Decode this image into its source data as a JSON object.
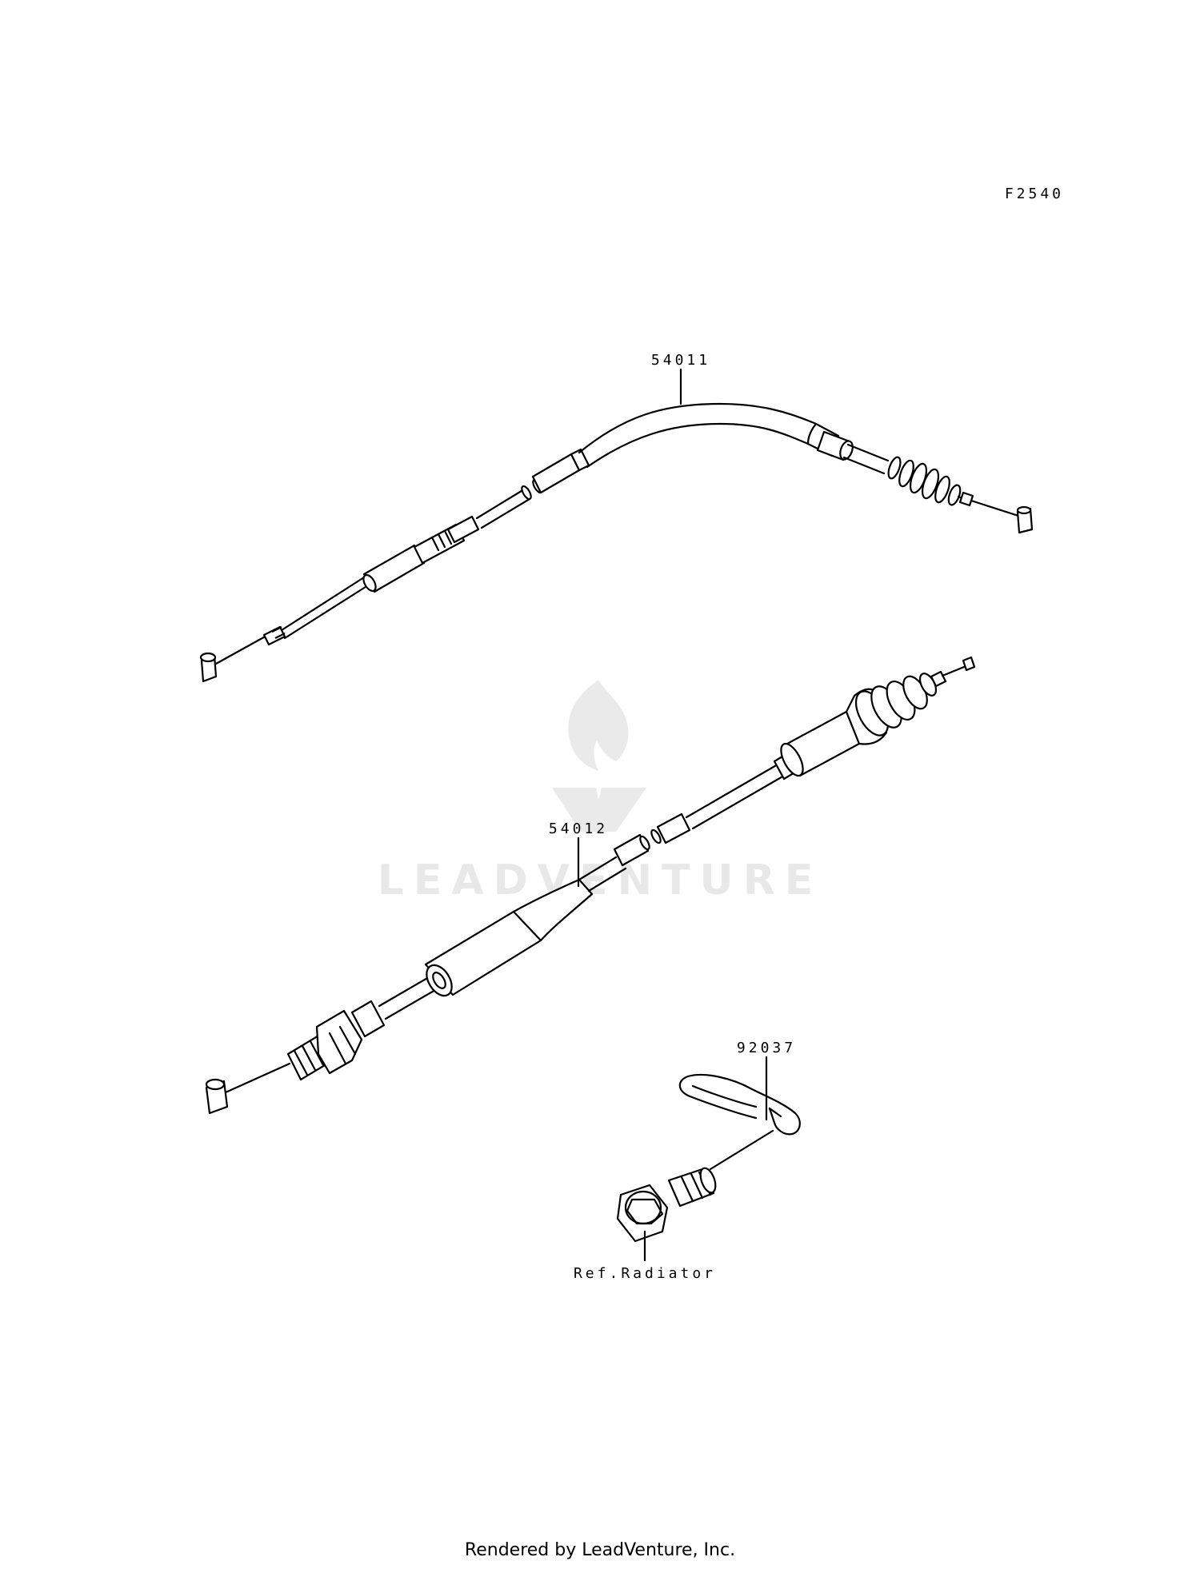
{
  "figure_code": "F2540",
  "watermark": {
    "text": "LEADVENTURE"
  },
  "callouts": {
    "part_54011": "54011",
    "part_54012": "54012",
    "part_92037": "92037",
    "ref_radiator": "Ref.Radiator"
  },
  "footer": {
    "text": "Rendered by LeadVenture, Inc."
  }
}
